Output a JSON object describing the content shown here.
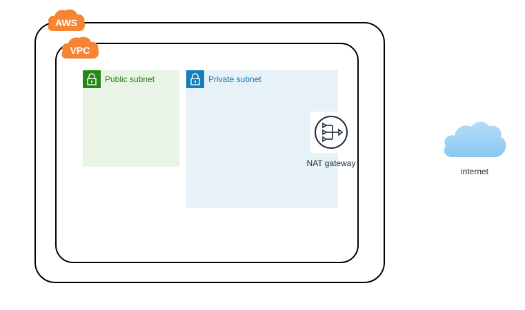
{
  "diagram": {
    "aws_group": {
      "label": "AWS",
      "color": "#f58534"
    },
    "vpc_group": {
      "label": "VPC",
      "color": "#f58534"
    },
    "public_subnet": {
      "label": "Public subnet",
      "color": "#248814",
      "fill": "#e9f3e6"
    },
    "private_subnet": {
      "label": "Private subnet",
      "color": "#147eba",
      "fill": "#e6f2f8"
    },
    "nat_gateway": {
      "label": "NAT gateway",
      "icon": "nat-gateway-icon"
    },
    "internet": {
      "label": "internet",
      "icon": "cloud-icon",
      "color": "#a3d3f5"
    }
  }
}
